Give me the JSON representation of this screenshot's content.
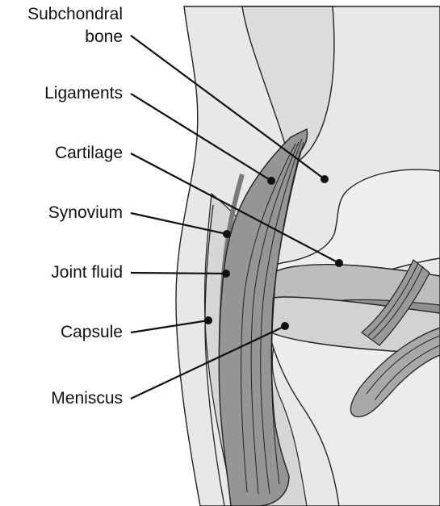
{
  "labels": {
    "subchondral_line1": "Subchondral",
    "subchondral_line2": "bone",
    "ligaments": "Ligaments",
    "cartilage": "Cartilage",
    "synovium": "Synovium",
    "joint_fluid": "Joint fluid",
    "capsule": "Capsule",
    "meniscus": "Meniscus"
  },
  "colors": {
    "background": "#ffffff",
    "light_tissue": "#e6e6e6",
    "mid_tissue": "#d3d3d3",
    "ligament_gray": "#8f8f8f",
    "dark_gray": "#7a7a7a",
    "outline": "#222222"
  }
}
